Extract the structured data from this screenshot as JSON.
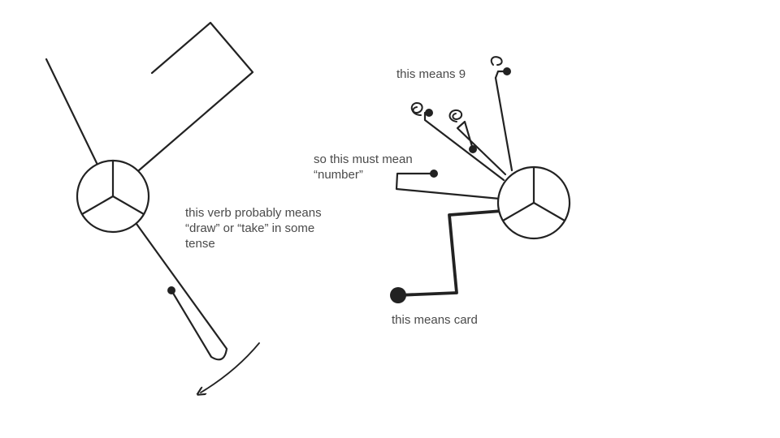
{
  "diagram": {
    "line_color": "#222222",
    "text_color": "#4a4a4a",
    "background": "#ffffff",
    "annotations": {
      "verb": [
        "this verb probably means",
        "“draw” or “take” in some",
        "tense"
      ],
      "nine": "this means 9",
      "number": [
        "so this must mean",
        "“number”"
      ],
      "card": "this means card"
    }
  }
}
